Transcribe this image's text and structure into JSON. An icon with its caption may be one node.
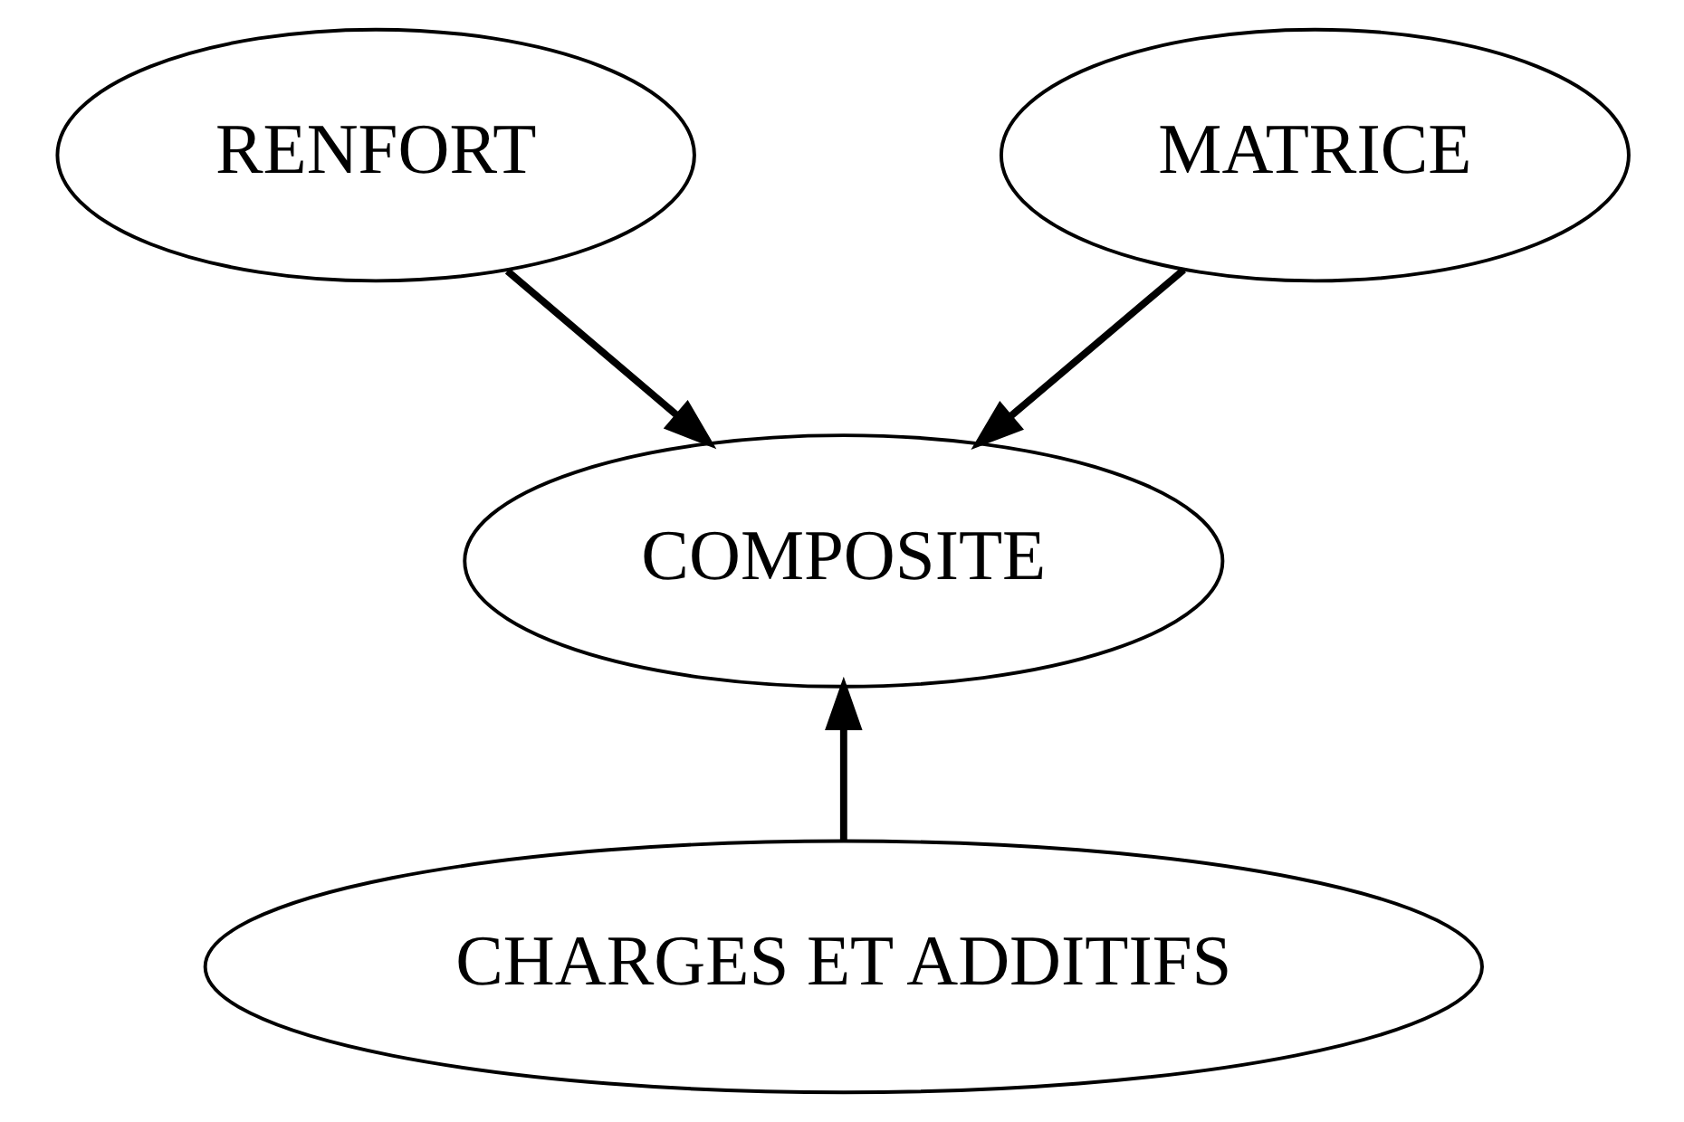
{
  "diagram": {
    "nodes": [
      {
        "text": [
          "RENFORT"
        ]
      },
      {
        "text": [
          "MATRICE"
        ]
      },
      {
        "text": [
          "COMPOSITE"
        ]
      },
      {
        "text": [
          "CHARGES ET ADDITIFS"
        ]
      }
    ],
    "edges": [
      {
        "from": 0,
        "to": 2,
        "arrow": "to"
      },
      {
        "from": 1,
        "to": 2,
        "arrow": "to"
      },
      {
        "from": 3,
        "to": 2,
        "arrow": "to"
      }
    ]
  }
}
